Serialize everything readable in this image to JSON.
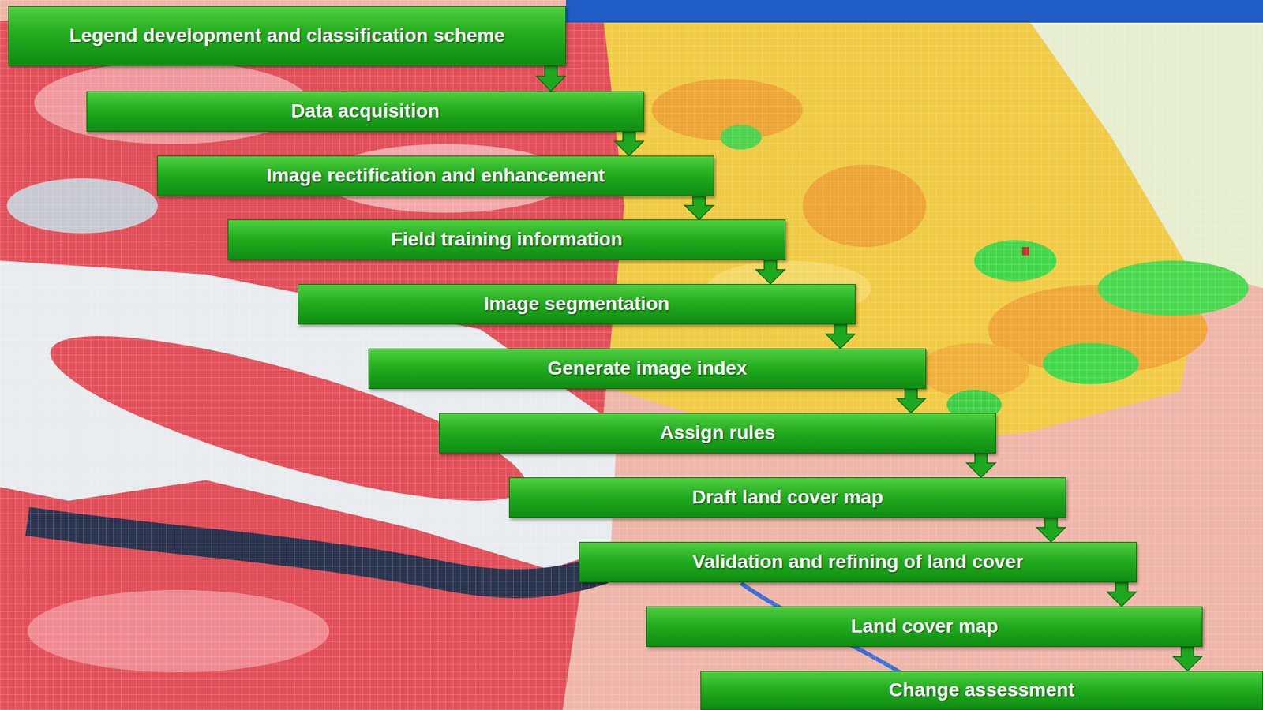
{
  "diagram": {
    "nodes": [
      {
        "text": [
          "Legend development and classification scheme"
        ]
      },
      {
        "text": [
          "Data acquisition"
        ]
      },
      {
        "text": [
          "Image rectification and enhancement"
        ]
      },
      {
        "text": [
          "Field training information"
        ]
      },
      {
        "text": [
          "Image segmentation"
        ]
      },
      {
        "text": [
          "Generate image index"
        ]
      },
      {
        "text": [
          "Assign rules"
        ]
      },
      {
        "text": [
          "Draft land cover map"
        ]
      },
      {
        "text": [
          "Validation and  refining of land cover"
        ]
      },
      {
        "text": [
          "Land cover map"
        ]
      },
      {
        "text": [
          "Change assessment"
        ]
      }
    ],
    "edges": [
      {
        "from": 0,
        "to": 1,
        "arrow": "to"
      },
      {
        "from": 1,
        "to": 2,
        "arrow": "to"
      },
      {
        "from": 2,
        "to": 3,
        "arrow": "to"
      },
      {
        "from": 3,
        "to": 4,
        "arrow": "to"
      },
      {
        "from": 4,
        "to": 5,
        "arrow": "to"
      },
      {
        "from": 5,
        "to": 6,
        "arrow": "to"
      },
      {
        "from": 6,
        "to": 7,
        "arrow": "to"
      },
      {
        "from": 7,
        "to": 8,
        "arrow": "to"
      },
      {
        "from": 8,
        "to": 9,
        "arrow": "to"
      },
      {
        "from": 9,
        "to": 10,
        "arrow": "to"
      }
    ]
  }
}
